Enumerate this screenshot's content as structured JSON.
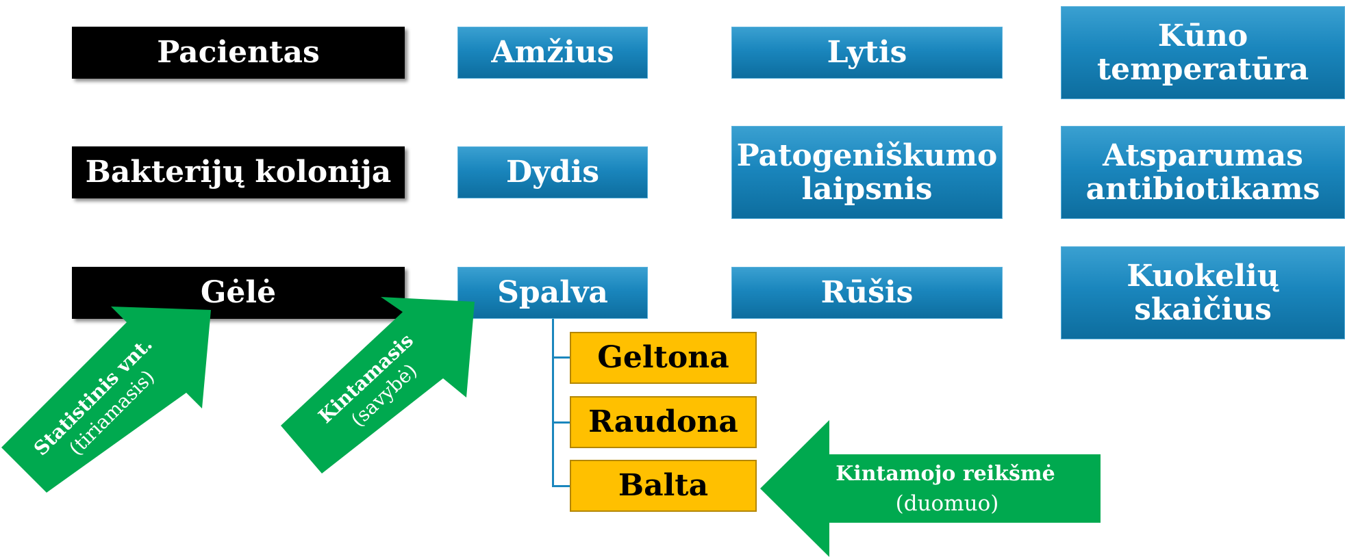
{
  "colors": {
    "entity_bg": "#000000",
    "attribute_bg": "#1a86bd",
    "value_bg": "#ffc000",
    "arrow": "#00a94f",
    "text_light": "#ffffff",
    "text_dark": "#000000"
  },
  "rows": [
    {
      "entity": "Pacientas",
      "attributes": [
        "Amžius",
        "Lytis",
        "Kūno temperatūra"
      ]
    },
    {
      "entity": "Bakterijų kolonija",
      "attributes": [
        "Dydis",
        "Patogeniškumo laipsnis",
        "Atsparumas antibiotikams"
      ]
    },
    {
      "entity": "Gėlė",
      "attributes": [
        "Spalva",
        "Rūšis",
        "Kuokelių skaičius"
      ]
    }
  ],
  "values": [
    "Geltona",
    "Raudona",
    "Balta"
  ],
  "arrows": {
    "unit": {
      "line1": "Statistinis vnt.",
      "line2": "(tiriamasis)"
    },
    "variable": {
      "line1": "Kintamasis",
      "line2": "(savybė)"
    },
    "value": {
      "line1": "Kintamojo reikšmė",
      "line2": "(duomuo)"
    }
  }
}
